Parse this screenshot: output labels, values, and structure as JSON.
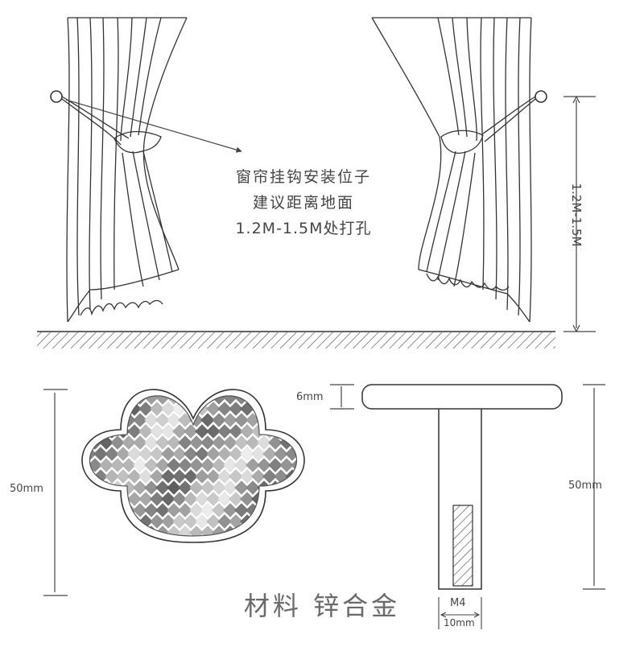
{
  "instructions": {
    "line1": "窗帘挂钩安装位子",
    "line2": "建议距离地面",
    "line3": "1.2M-1.5M处打孔"
  },
  "dimensions": {
    "install_height": "1.2M-1.5M",
    "knob_width": "50mm",
    "knob_length": "50mm",
    "cap_thickness": "6mm",
    "thread": "M4",
    "stem_diameter": "10mm"
  },
  "material": "材料 锌合金",
  "colors": {
    "line": "#333333",
    "crystal_dark": "#5a5a5a",
    "crystal_light": "#e8e8e8"
  },
  "icons": [
    "curtain-illustration",
    "floor-hatch",
    "clover-crystal-knob",
    "t-hook-profile",
    "dimension-arrow"
  ]
}
